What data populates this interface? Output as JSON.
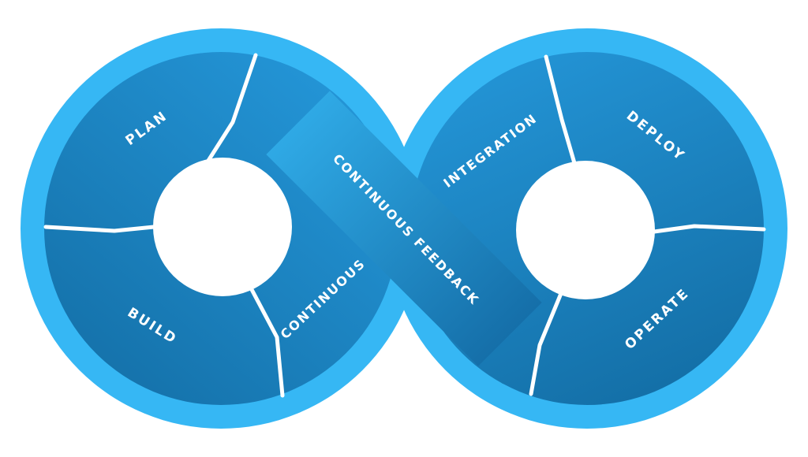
{
  "diagram": {
    "type": "devops-infinity-loop",
    "background": "#ffffff",
    "colors": {
      "rim": "#36B7F4",
      "loop_shade_light": "#2496D8",
      "loop_shade_dark": "#1470A8",
      "band_light": "#2FA9E5",
      "band_dark": "#156FA9",
      "divider": "#ffffff",
      "label_text": "#ffffff"
    },
    "labels": {
      "plan": "PLAN",
      "build": "BUILD",
      "continuous": "CONTINUOUS",
      "feedback": "CONTINUOUS FEEDBACK",
      "integration": "INTEGRATION",
      "deploy": "DEPLOY",
      "operate": "OPERATE"
    }
  }
}
